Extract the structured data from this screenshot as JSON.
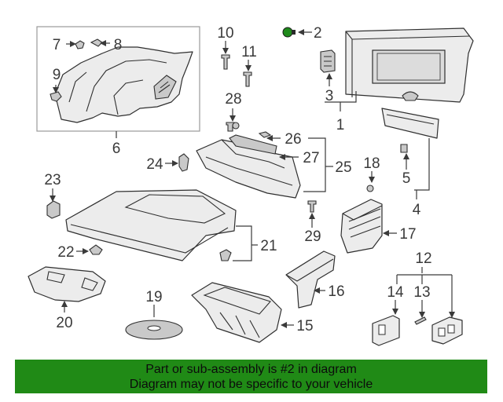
{
  "callouts": [
    {
      "id": "1",
      "text": "1"
    },
    {
      "id": "2",
      "text": "2"
    },
    {
      "id": "3",
      "text": "3"
    },
    {
      "id": "4",
      "text": "4"
    },
    {
      "id": "5",
      "text": "5"
    },
    {
      "id": "6",
      "text": "6"
    },
    {
      "id": "7",
      "text": "7"
    },
    {
      "id": "8",
      "text": "8"
    },
    {
      "id": "9",
      "text": "9"
    },
    {
      "id": "10",
      "text": "10"
    },
    {
      "id": "11",
      "text": "11"
    },
    {
      "id": "12",
      "text": "12"
    },
    {
      "id": "13",
      "text": "13"
    },
    {
      "id": "14",
      "text": "14"
    },
    {
      "id": "15",
      "text": "15"
    },
    {
      "id": "16",
      "text": "16"
    },
    {
      "id": "17",
      "text": "17"
    },
    {
      "id": "18",
      "text": "18"
    },
    {
      "id": "19",
      "text": "19"
    },
    {
      "id": "20",
      "text": "20"
    },
    {
      "id": "21",
      "text": "21"
    },
    {
      "id": "22",
      "text": "22"
    },
    {
      "id": "23",
      "text": "23"
    },
    {
      "id": "24",
      "text": "24"
    },
    {
      "id": "25",
      "text": "25"
    },
    {
      "id": "26",
      "text": "26"
    },
    {
      "id": "27",
      "text": "27"
    },
    {
      "id": "28",
      "text": "28"
    },
    {
      "id": "29",
      "text": "29"
    }
  ],
  "highlight": {
    "part": "2",
    "color": "#1f8a1b"
  },
  "banner": {
    "line1": "Part or sub-assembly is #2 in diagram",
    "line2": "Diagram may not be specific to your vehicle",
    "background": "#208a16"
  }
}
